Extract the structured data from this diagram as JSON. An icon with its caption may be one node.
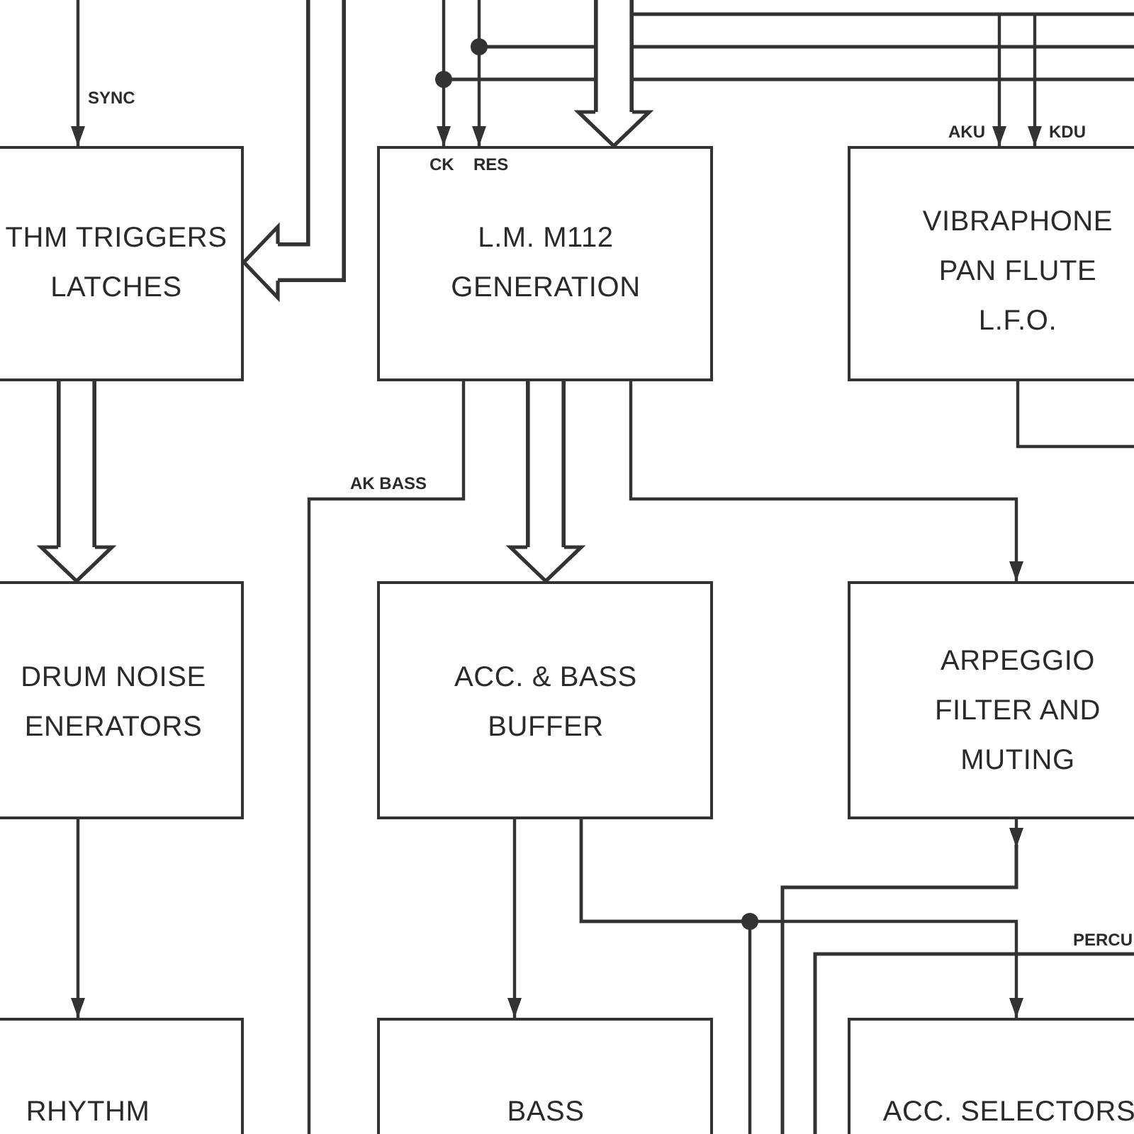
{
  "diagram": {
    "nodes": [
      {
        "text": [
          "THM TRIGGERS LATCHES"
        ]
      },
      {
        "text": [
          "L.M. M112 GENERATION"
        ]
      },
      {
        "text": [
          "VIBRAPHONE PAN FLUTE L.F.O."
        ]
      },
      {
        "text": [
          "DRUM NOISE ENERATORS"
        ]
      },
      {
        "text": [
          "ACC. & BASS BUFFER"
        ]
      },
      {
        "text": [
          "ARPEGGIO FILTER AND MUTING"
        ]
      },
      {
        "text": [
          "RHYTHM"
        ]
      },
      {
        "text": [
          "BASS"
        ]
      },
      {
        "text": [
          "ACC. SELECTORS"
        ]
      }
    ],
    "edges": [
      {
        "from": null,
        "to": 0,
        "arrow": "to",
        "label": "SYNC"
      },
      {
        "from": null,
        "to": 0,
        "arrow": "to",
        "style": "thick"
      },
      {
        "from": null,
        "to": 1,
        "arrow": "to",
        "label": "CK"
      },
      {
        "from": null,
        "to": 1,
        "arrow": "to",
        "label": "RES"
      },
      {
        "from": null,
        "to": 1,
        "arrow": "to",
        "style": "thick"
      },
      {
        "from": null,
        "to": 2,
        "arrow": "to",
        "label": "AKU"
      },
      {
        "from": null,
        "to": 2,
        "arrow": "to",
        "label": "KDU"
      },
      {
        "from": 2,
        "to": null,
        "arrow": "none"
      },
      {
        "from": 0,
        "to": 3,
        "arrow": "to",
        "style": "thick"
      },
      {
        "from": 1,
        "to": 4,
        "arrow": "to",
        "style": "thick"
      },
      {
        "from": 1,
        "to": null,
        "arrow": "none",
        "label": "AK BASS"
      },
      {
        "from": 1,
        "to": 5,
        "arrow": "to"
      },
      {
        "from": 3,
        "to": 6,
        "arrow": "to"
      },
      {
        "from": 4,
        "to": 7,
        "arrow": "to"
      },
      {
        "from": 5,
        "to": null,
        "arrow": "to"
      },
      {
        "from": 4,
        "to": 8,
        "arrow": "to"
      },
      {
        "from": 4,
        "to": null,
        "arrow": "none"
      }
    ],
    "labels": [
      "PERCU"
    ]
  }
}
